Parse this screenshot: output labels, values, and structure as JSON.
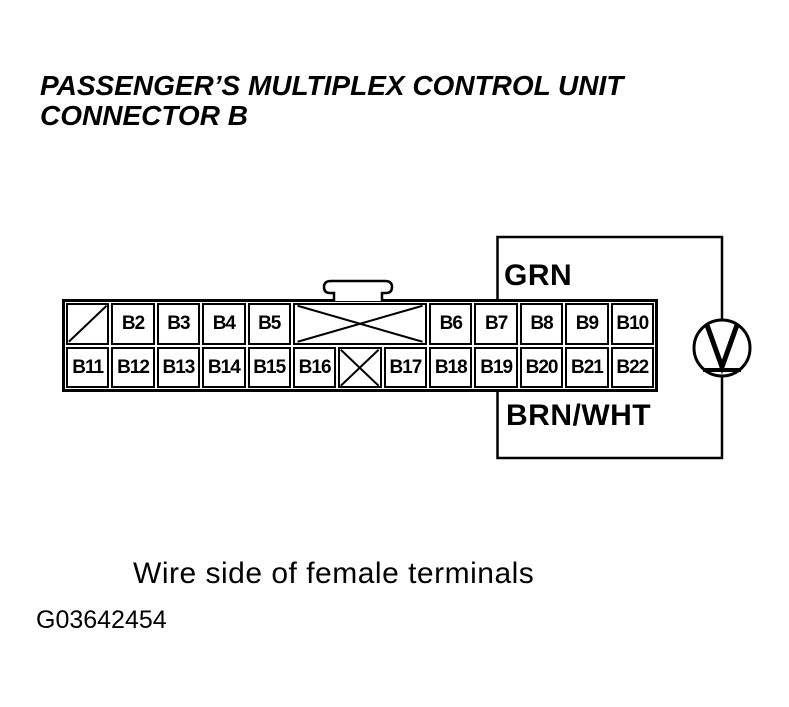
{
  "page": {
    "title_line1": "PASSENGER’S MULTIPLEX CONTROL UNIT",
    "title_line2": "CONNECTOR B",
    "caption": "Wire side of female terminals",
    "figure_id": "G03642454"
  },
  "connector": {
    "name": "B",
    "rows": 2,
    "top_pins": [
      "B2",
      "B3",
      "B4",
      "B5",
      "B6",
      "B7",
      "B8",
      "B9",
      "B10"
    ],
    "bottom_pins": [
      "B11",
      "B12",
      "B13",
      "B14",
      "B15",
      "B16",
      "B17",
      "B18",
      "B19",
      "B20",
      "B21",
      "B22"
    ],
    "keyway_slot_icon": "diagonal-slash",
    "blocked_slot_top_icon": "x-cross",
    "blocked_slot_bottom_icon": "x-cross"
  },
  "test_circuit": {
    "wire_top_label": "GRN",
    "wire_top_pin": "B7",
    "wire_bottom_label": "BRN/WHT",
    "wire_bottom_pin": "B19",
    "meter_type": "voltmeter",
    "meter_symbol": "V"
  },
  "colors": {
    "ink": "#000000",
    "paper": "#ffffff"
  }
}
